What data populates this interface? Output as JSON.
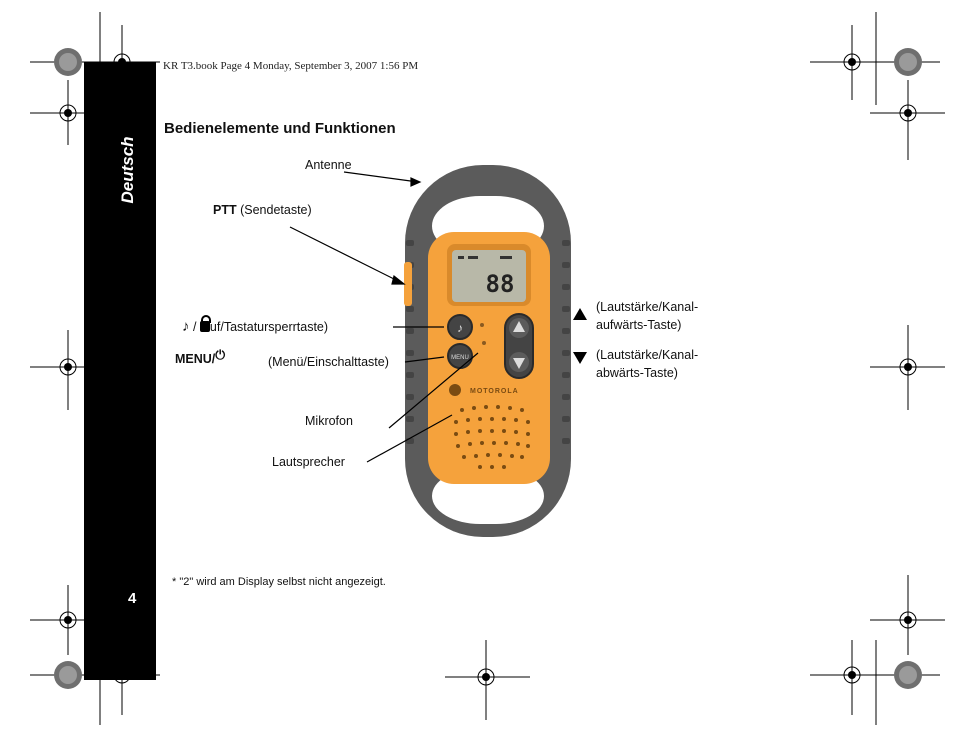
{
  "header": {
    "book_line": "KR  T3.book  Page 4  Monday, September 3, 2007  1:56 PM"
  },
  "sidebar": {
    "language": "Deutsch",
    "page_number": "4"
  },
  "title": "Bedienelemente und Funktionen",
  "labels": {
    "antenna": "Antenne",
    "ptt_bold": "PTT",
    "ptt_desc": "(Sendetaste)",
    "keylock_desc": "uf/Tastatursperrtaste)",
    "menu_bold": "MENU/",
    "menu_desc": "(Menü/Einschalttaste)",
    "microphone": "Mikrofon",
    "speaker": "Lautsprecher",
    "up_line1": "(Lautstärke/Kanal-",
    "up_line2": "aufwärts-Taste)",
    "down_line1": "(Lautstärke/Kanal-",
    "down_line2": "abwärts-Taste)"
  },
  "device": {
    "display_text": "88",
    "brand_text": "MOTOROLA",
    "menu_key_label": "MENU"
  },
  "icons": {
    "note": "music-note-icon",
    "lock": "padlock-icon",
    "power": "power-icon",
    "up": "up-triangle-icon",
    "down": "down-triangle-icon"
  },
  "colors": {
    "body_orange": "#f5a23c",
    "frame_grey": "#5a5a5a",
    "sidebar_black": "#000000"
  },
  "footnote": "* \"2\" wird am Display selbst nicht angezeigt."
}
